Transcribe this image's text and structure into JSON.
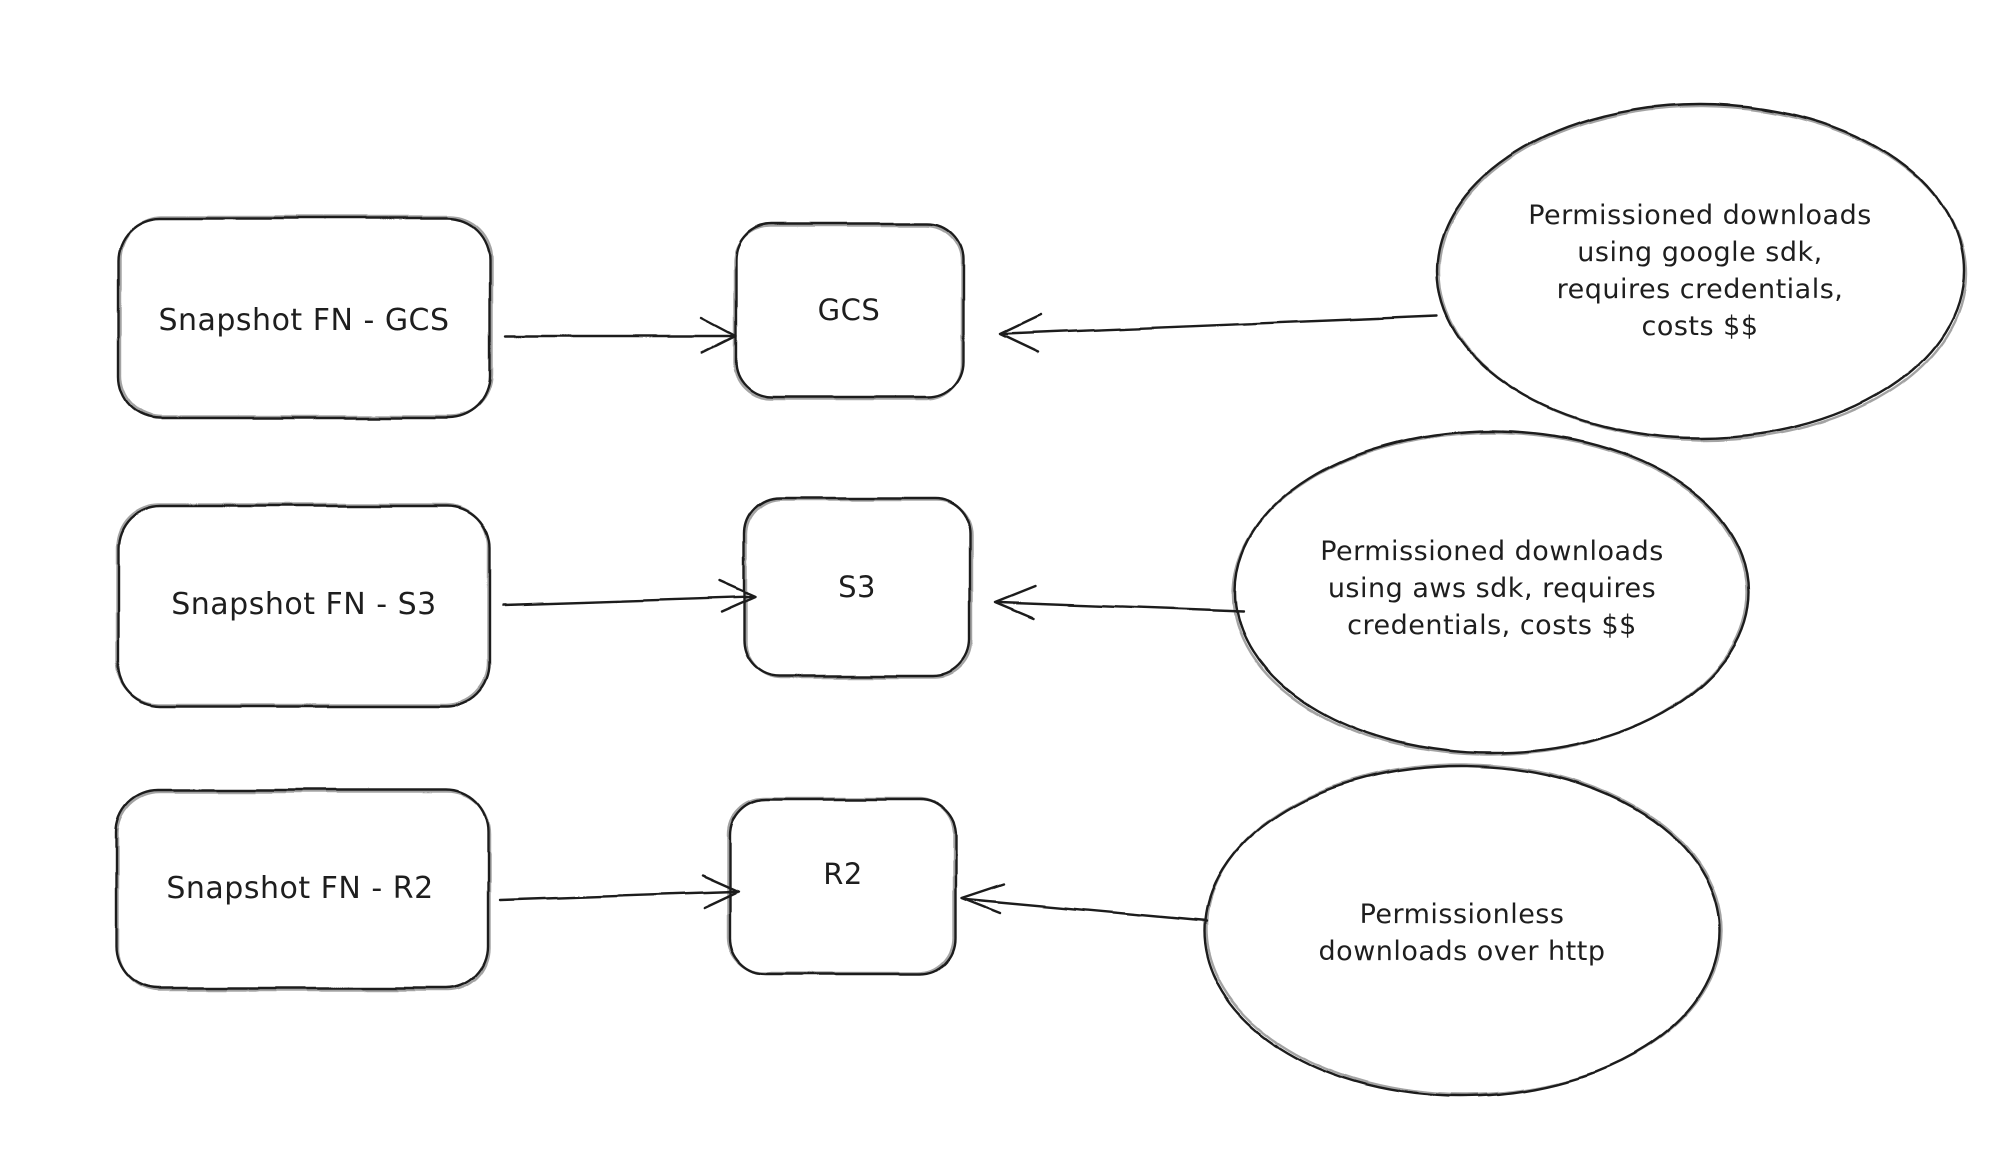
{
  "diagram": {
    "background_color": "#ffffff",
    "stroke_color": "#1e1e1e",
    "rows": [
      {
        "id": "gcs",
        "source_label": "Snapshot FN - GCS",
        "target_label": "GCS",
        "annotation_lines": [
          "Permissioned downloads",
          "using google sdk,",
          "requires credentials,",
          "costs $$"
        ]
      },
      {
        "id": "s3",
        "source_label": "Snapshot FN - S3",
        "target_label": "S3",
        "annotation_lines": [
          "Permissioned downloads",
          "using aws sdk, requires",
          "credentials, costs $$"
        ]
      },
      {
        "id": "r2",
        "source_label": "Snapshot FN - R2",
        "target_label": "R2",
        "annotation_lines": [
          "Permissionless",
          "downloads over http"
        ]
      }
    ]
  }
}
